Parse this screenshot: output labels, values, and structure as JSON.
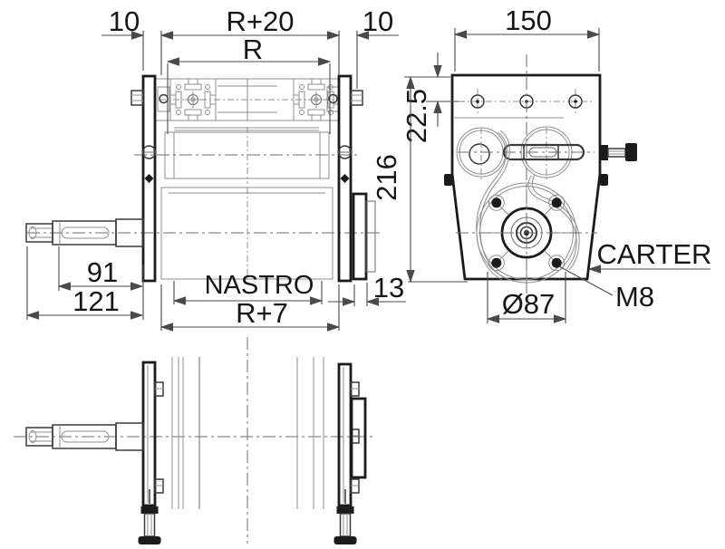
{
  "drawing": {
    "kind": "technical-drawing",
    "subject": "belt-conveyor-drive-head-three-views"
  },
  "labels": {
    "dim_10_left": "10",
    "dim_r_plus_20": "R+20",
    "dim_r": "R",
    "dim_10_right": "10",
    "dim_150": "150",
    "dim_22_5": "22.5",
    "dim_216": "216",
    "dim_91": "91",
    "dim_121": "121",
    "dim_nastro": "NASTRO",
    "dim_r_plus_7": "R+7",
    "dim_13": "13",
    "dim_diameter_87": "Ø87",
    "dim_m8": "M8",
    "dim_carter": "CARTER"
  },
  "colors": {
    "background": "#ffffff",
    "outline_bold": "#1b1b1b",
    "outline_thin": "#8f8f8f",
    "dimension_ink": "#4a4a4a",
    "text_ink": "#161616"
  }
}
